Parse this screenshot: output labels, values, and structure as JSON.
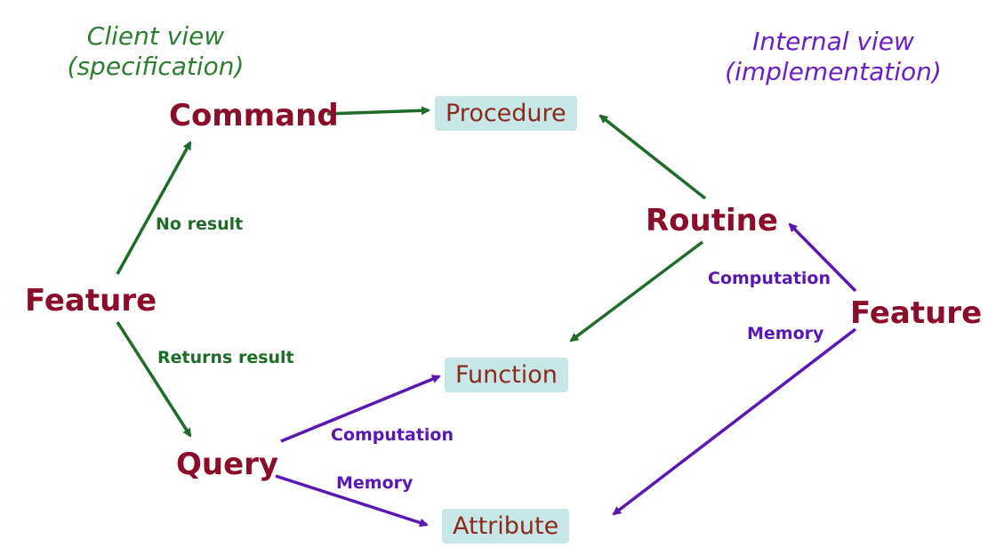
{
  "colors": {
    "client_green": "#2e7d32",
    "internal_purple": "#6a1fc9",
    "concept_red": "#8b0d2a",
    "box_fill": "#c6e6e8",
    "arrow_green": "#1f6b2a",
    "arrow_purple": "#5a17b3"
  },
  "client_view": {
    "line1": "Client view",
    "line2": "(specification)"
  },
  "internal_view": {
    "line1": "Internal view",
    "line2": "(implementation)"
  },
  "nodes": {
    "feature_left": "Feature",
    "command": "Command",
    "query": "Query",
    "procedure": "Procedure",
    "function": "Function",
    "attribute": "Attribute",
    "routine": "Routine",
    "feature_right": "Feature"
  },
  "edge_labels": {
    "no_result": "No result",
    "returns_result": "Returns result",
    "query_computation": "Computation",
    "query_memory": "Memory",
    "feature_computation": "Computation",
    "feature_memory": "Memory"
  }
}
